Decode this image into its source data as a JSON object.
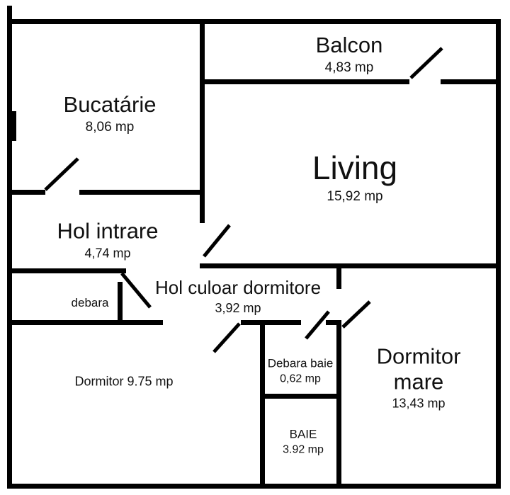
{
  "rooms": {
    "bucatarie": {
      "name": "Bucatárie",
      "area": "8,06 mp"
    },
    "balcon": {
      "name": "Balcon",
      "area": "4,83 mp"
    },
    "living": {
      "name": "Living",
      "area": "15,92 mp"
    },
    "hol_intrare": {
      "name": "Hol intrare",
      "area": "4,74 mp"
    },
    "hol_culoar": {
      "name": "Hol culoar dormitore",
      "area": "3,92 mp"
    },
    "debara": {
      "name": "debara"
    },
    "dormitor": {
      "name": "Dormitor 9.75 mp"
    },
    "debara_baie": {
      "name": "Debara baie",
      "area": "0,62 mp"
    },
    "dormitor_mare": {
      "name": "Dormitor mare",
      "area": "13,43 mp"
    },
    "baie": {
      "name": "BAIE",
      "area": "3.92 mp"
    }
  },
  "colors": {
    "wall": "#000000",
    "background": "#ffffff",
    "text": "#111111"
  }
}
